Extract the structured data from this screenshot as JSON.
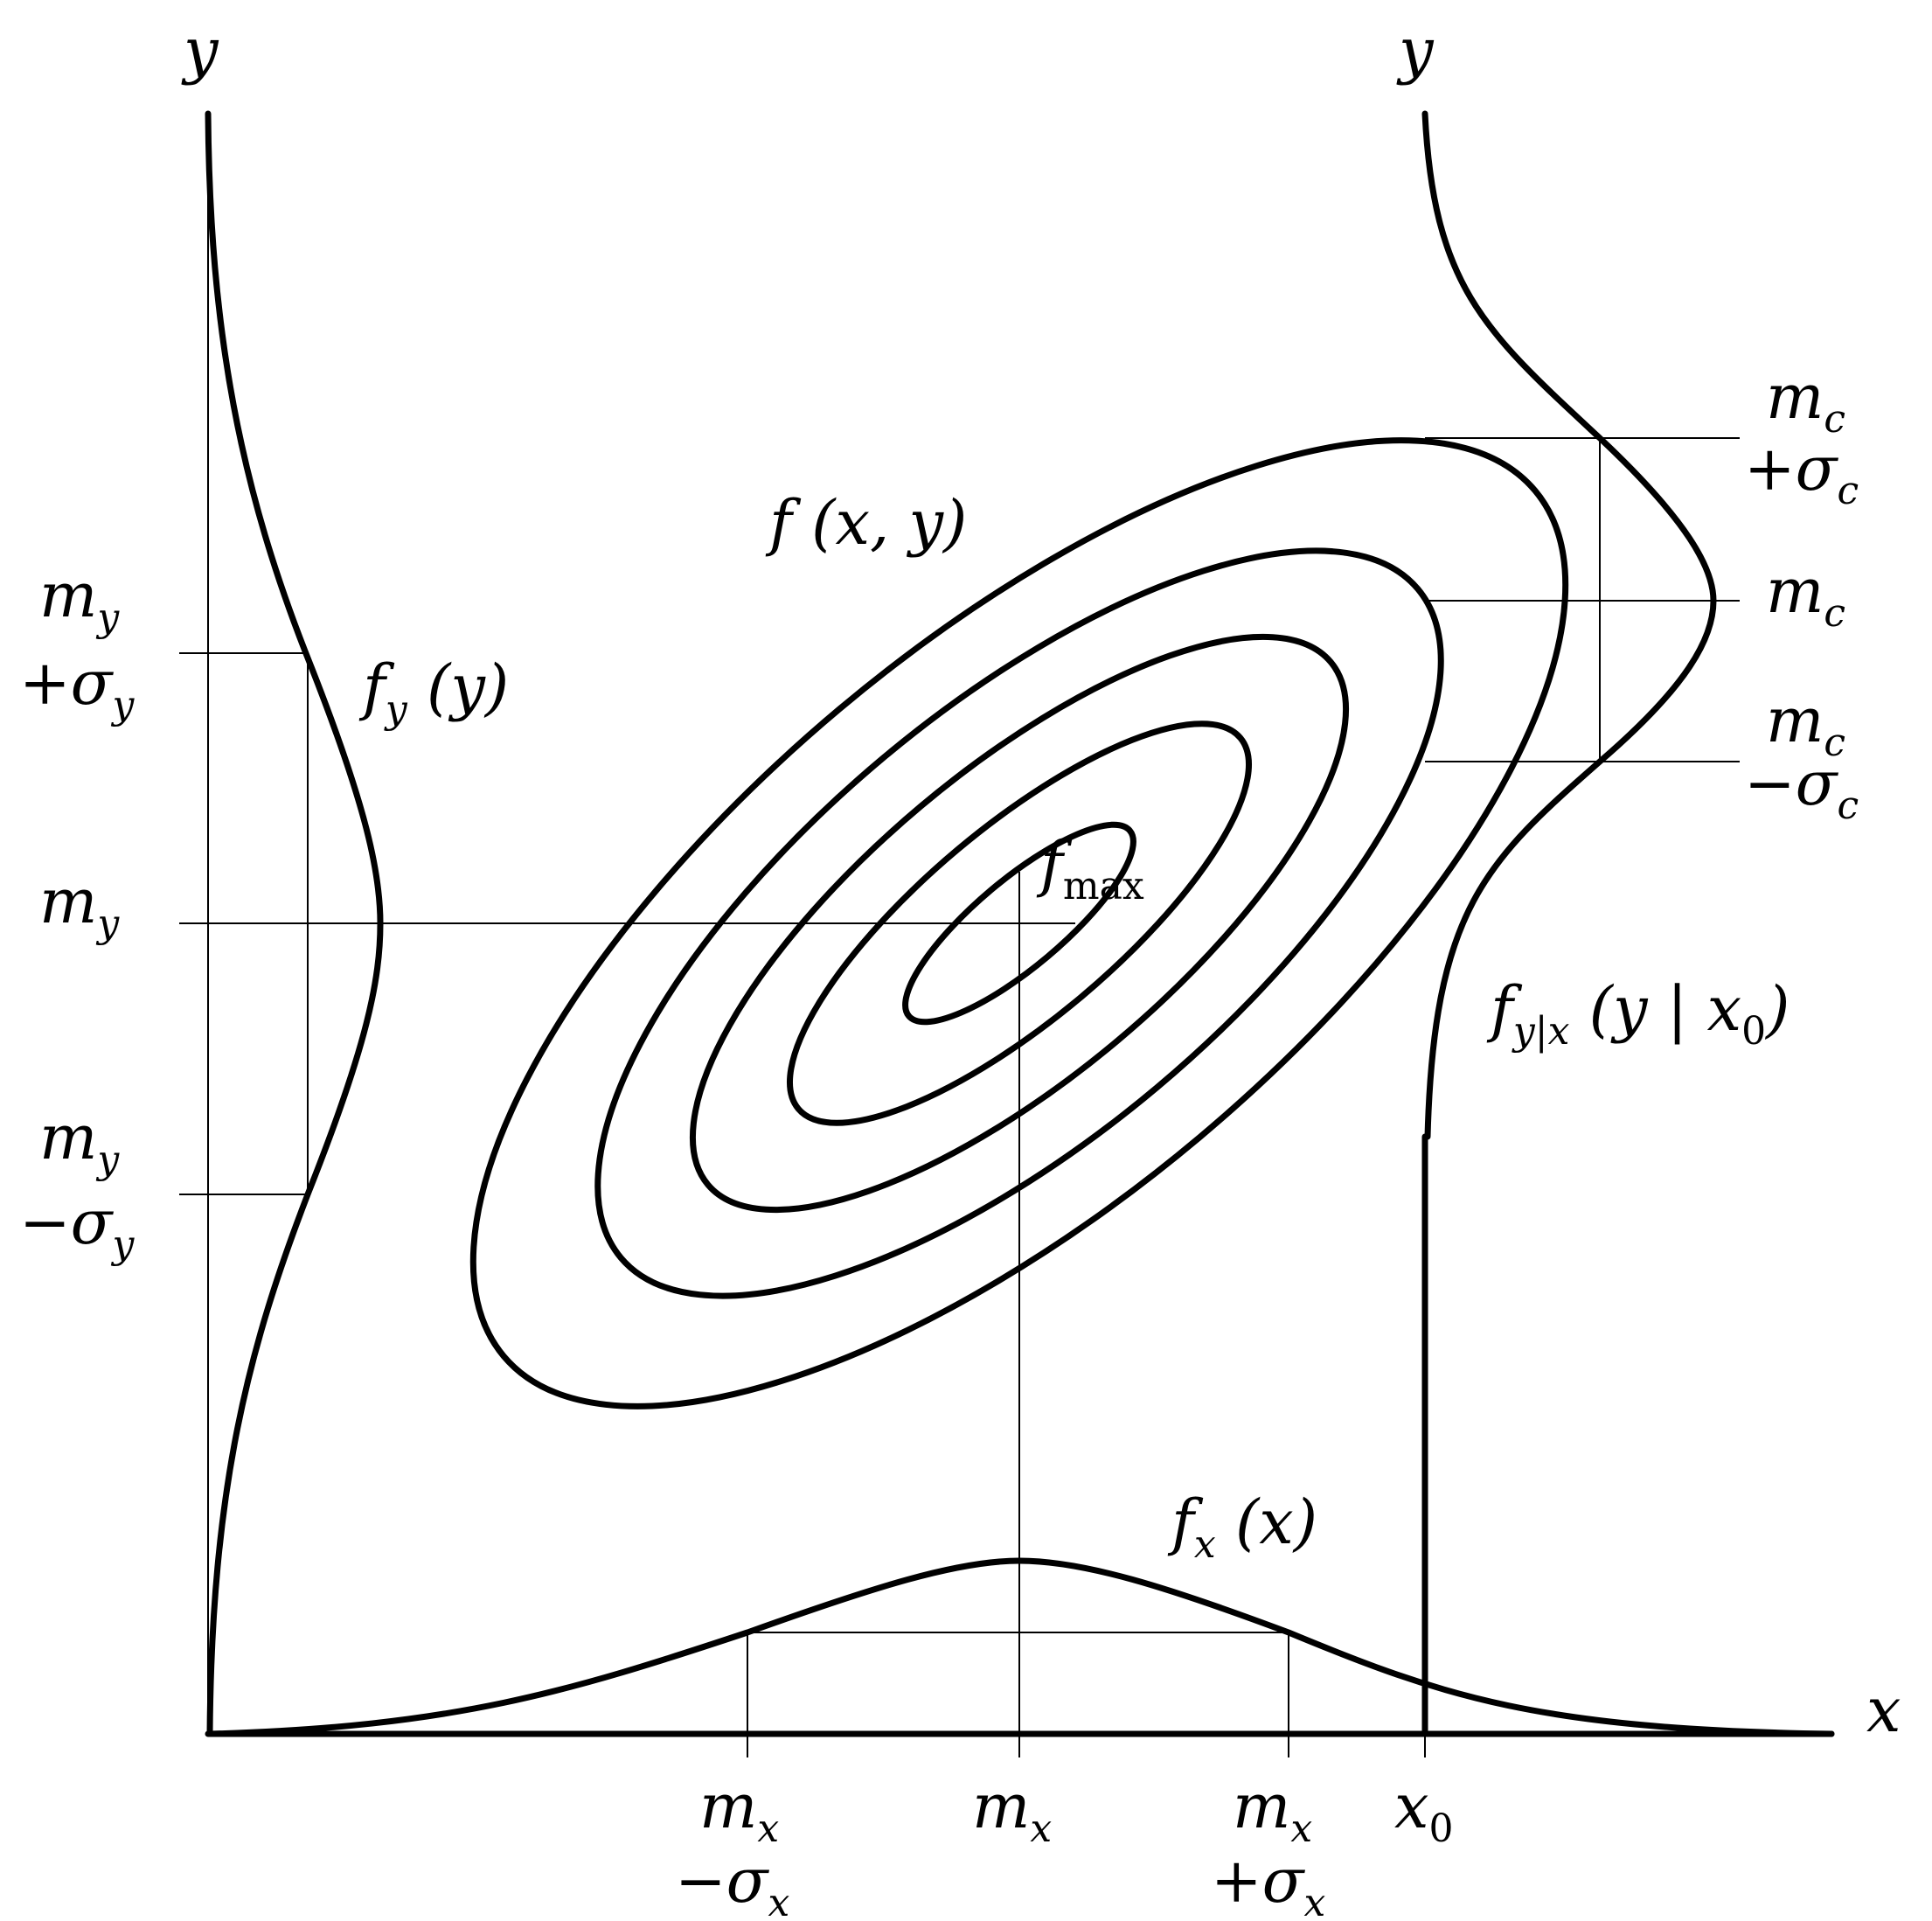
{
  "labels": {
    "y_axis_left": "y",
    "y_axis_right": "y",
    "x_axis": "x",
    "f_joint": "f (x, y)",
    "fy_base": "f",
    "fy_sub": "y",
    "fy_arg": " (y)",
    "fx_base": "f",
    "fx_sub": "x",
    "fx_arg": " (x)",
    "fmax_base": "f",
    "fmax_sub": "max",
    "cond_base": "f",
    "cond_sub": "y|x",
    "cond_arg": " (y | x",
    "cond_arg_sub": "0",
    "cond_close": ")",
    "my_top_1": "m",
    "my_top_1_sub": "y",
    "my_top_2": "+σ",
    "my_top_2_sub": "y",
    "my_mid": "m",
    "my_mid_sub": "y",
    "my_bot_1": "m",
    "my_bot_1_sub": "y",
    "my_bot_2": "−σ",
    "my_bot_2_sub": "y",
    "mc_top_1": "m",
    "mc_top_1_sub": "c",
    "mc_top_2": "+σ",
    "mc_top_2_sub": "c",
    "mc_mid": "m",
    "mc_mid_sub": "c",
    "mc_bot_1": "m",
    "mc_bot_1_sub": "c",
    "mc_bot_2": "−σ",
    "mc_bot_2_sub": "c",
    "mx_left_1": "m",
    "mx_left_1_sub": "x",
    "mx_left_2": "−σ",
    "mx_left_2_sub": "x",
    "mx_mid": "m",
    "mx_mid_sub": "x",
    "mx_right_1": "m",
    "mx_right_1_sub": "x",
    "mx_right_2": "+σ",
    "mx_right_2_sub": "x",
    "x0": "x",
    "x0_sub": "0"
  }
}
